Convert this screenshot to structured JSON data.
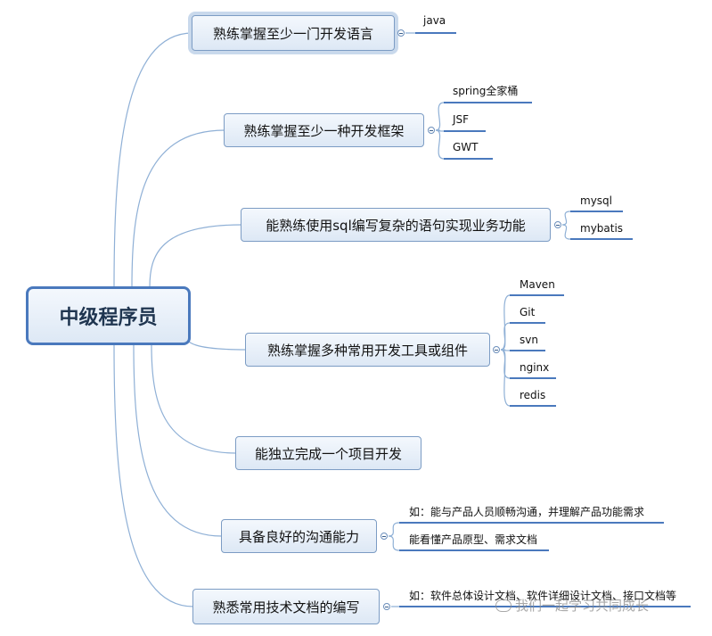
{
  "root": {
    "label": "中级程序员"
  },
  "branches": [
    {
      "label": "熟练掌握至少一门开发语言",
      "children": [
        "java"
      ]
    },
    {
      "label": "熟练掌握至少一种开发框架",
      "children": [
        "spring全家桶",
        "JSF",
        "GWT"
      ]
    },
    {
      "label": "能熟练使用sql编写复杂的语句实现业务功能",
      "children": [
        "mysql",
        "mybatis"
      ]
    },
    {
      "label": "熟练掌握多种常用开发工具或组件",
      "children": [
        "Maven",
        "Git",
        "svn",
        "nginx",
        "redis"
      ]
    },
    {
      "label": "能独立完成一个项目开发",
      "children": []
    },
    {
      "label": "具备良好的沟通能力",
      "children": [
        "如：能与产品人员顺畅沟通，并理解产品功能需求",
        "能看懂产品原型、需求文档"
      ]
    },
    {
      "label": "熟悉常用技术文档的编写",
      "children": [
        "如：软件总体设计文档、软件详细设计文档、接口文档等"
      ]
    }
  ],
  "watermark": "我们一起学习共同成长",
  "colors": {
    "connector": "#8fb0d6",
    "underline": "#4a79bd",
    "node_border": "#7c9cc4",
    "root_border": "#4a79bd"
  }
}
